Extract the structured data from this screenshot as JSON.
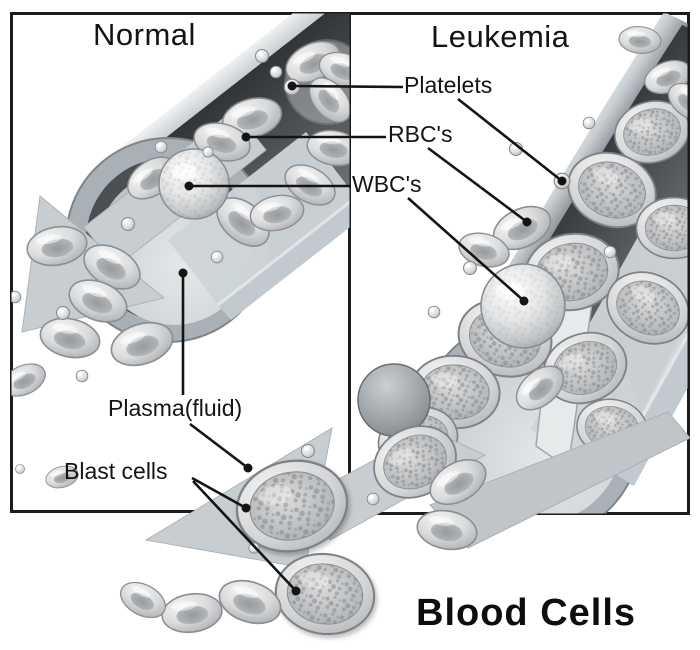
{
  "figure": {
    "panels": {
      "normal": {
        "title": "Normal"
      },
      "leukemia": {
        "title": "Leukemia"
      }
    },
    "labels": {
      "platelets": "Platelets",
      "rbcs": "RBC's",
      "wbcs": "WBC's",
      "plasma": "Plasma(fluid)",
      "blast_cells": "Blast cells"
    },
    "caption": "Blood Cells",
    "colors": {
      "background": "#ffffff",
      "panel_border": "#1c1c1c",
      "ink": "#141414",
      "vessel_dark": "#3a3d40",
      "vessel_wall": "#b9c0c4",
      "lumen_light": "#ced4d7",
      "cell_gray": "#d8dadb",
      "arrow_gray": "#c7cdd0"
    }
  }
}
